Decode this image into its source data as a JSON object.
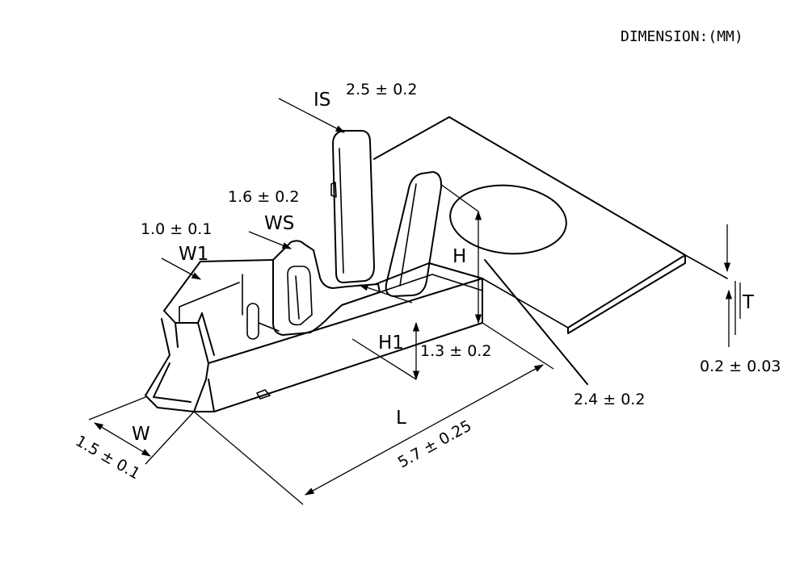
{
  "header": {
    "units_note": "DIMENSION:(MM)"
  },
  "dimensions": {
    "is": {
      "symbol": "IS",
      "value": "2.5 ± 0.2"
    },
    "ws": {
      "symbol": "WS",
      "value": "1.6 ± 0.2"
    },
    "w1": {
      "symbol": "W1",
      "value": "1.0 ± 0.1"
    },
    "h": {
      "symbol": "H",
      "value": "2.4 ± 0.2"
    },
    "h1": {
      "symbol": "H1",
      "value": "1.3 ± 0.2"
    },
    "t": {
      "symbol": "T",
      "value": "0.2 ± 0.03"
    },
    "l": {
      "symbol": "L",
      "value": "5.7 ± 0.25"
    },
    "w": {
      "symbol": "W",
      "value": "1.5 ± 0.1"
    }
  }
}
